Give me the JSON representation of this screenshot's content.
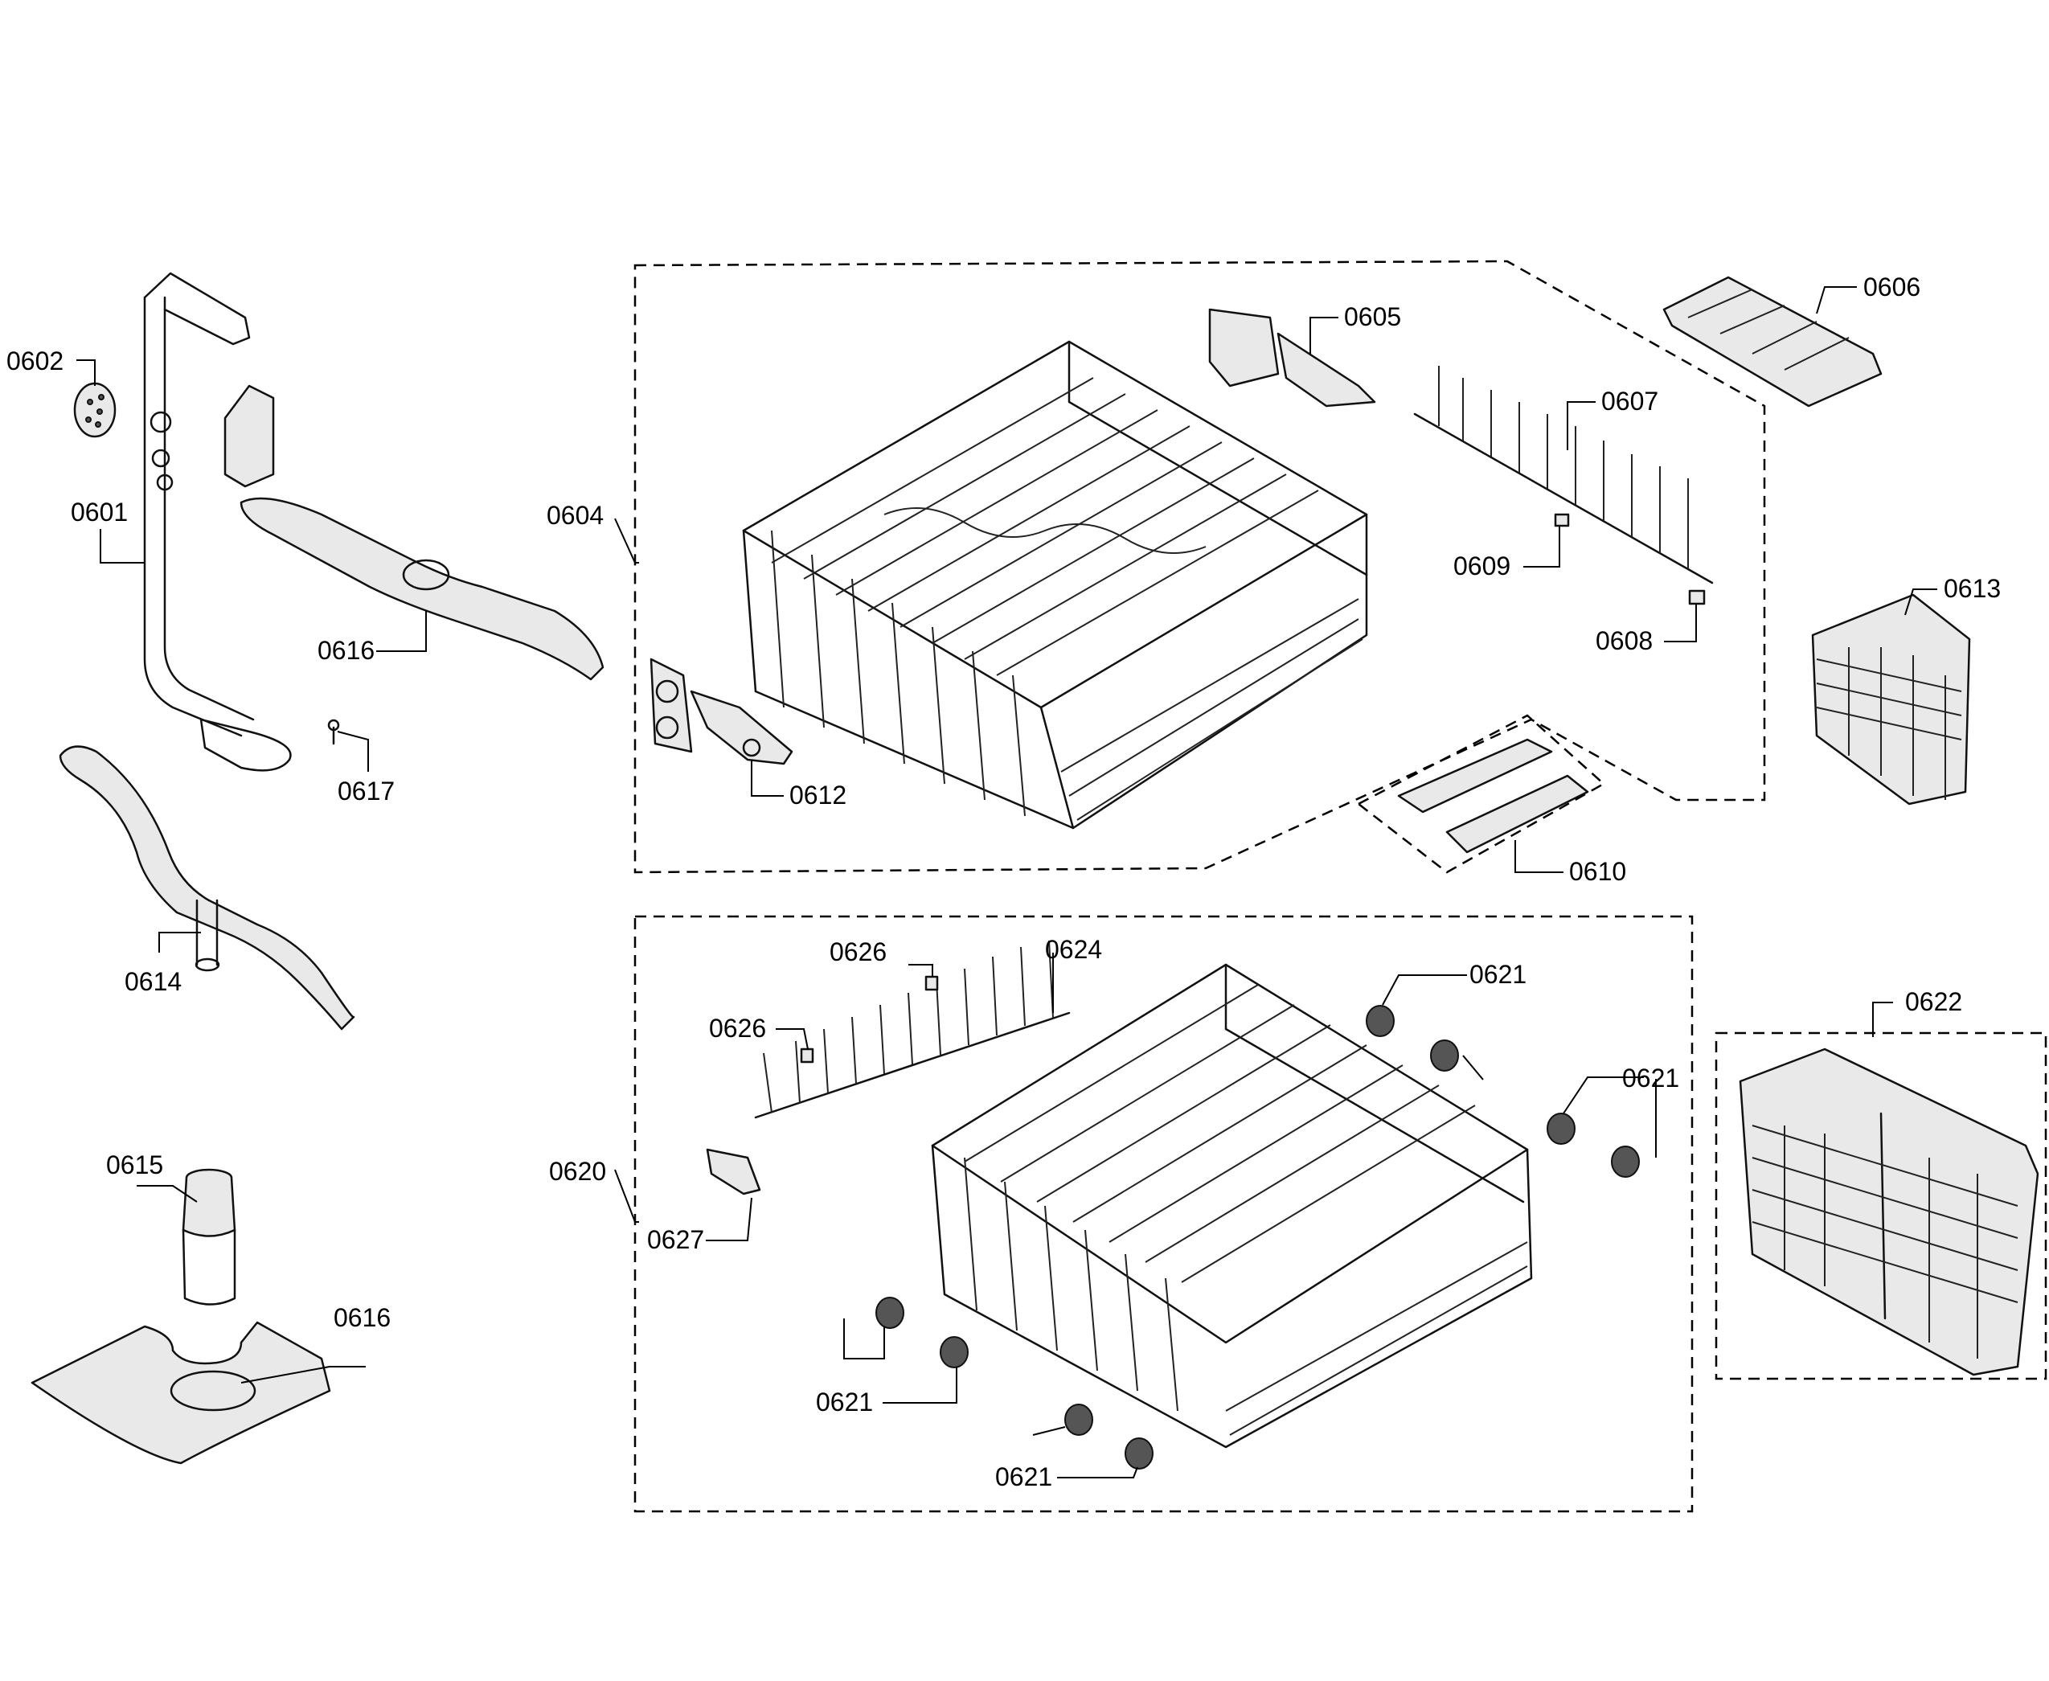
{
  "callouts": {
    "c0601": "0601",
    "c0602": "0602",
    "c0604": "0604",
    "c0605": "0605",
    "c0606": "0606",
    "c0607": "0607",
    "c0608": "0608",
    "c0609": "0609",
    "c0610": "0610",
    "c0612": "0612",
    "c0613": "0613",
    "c0614": "0614",
    "c0615": "0615",
    "c0616a": "0616",
    "c0616b": "0616",
    "c0617": "0617",
    "c0620": "0620",
    "c0621a": "0621",
    "c0621b": "0621",
    "c0621c": "0621",
    "c0621d": "0621",
    "c0622": "0622",
    "c0624": "0624",
    "c0626a": "0626",
    "c0626b": "0626",
    "c0627": "0627"
  }
}
